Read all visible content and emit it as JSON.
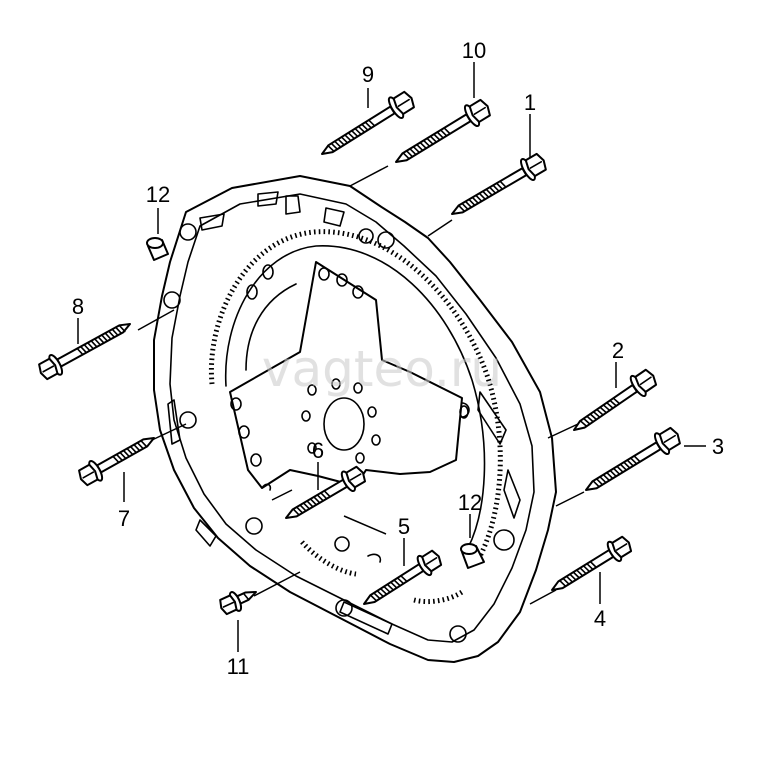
{
  "watermark": "vagteo.ru",
  "callouts": [
    "1",
    "2",
    "3",
    "4",
    "5",
    "6",
    "7",
    "8",
    "9",
    "10",
    "11",
    "12",
    "12"
  ],
  "parts": [
    {
      "label": "1",
      "icon": "bolt-icon"
    },
    {
      "label": "2",
      "icon": "bolt-icon"
    },
    {
      "label": "3",
      "icon": "bolt-icon"
    },
    {
      "label": "4",
      "icon": "bolt-icon"
    },
    {
      "label": "5",
      "icon": "bolt-icon"
    },
    {
      "label": "6",
      "icon": "bolt-icon"
    },
    {
      "label": "7",
      "icon": "bolt-icon"
    },
    {
      "label": "8",
      "icon": "bolt-icon"
    },
    {
      "label": "9",
      "icon": "bolt-icon"
    },
    {
      "label": "10",
      "icon": "bolt-icon"
    },
    {
      "label": "11",
      "icon": "bolt-icon"
    },
    {
      "label": "12",
      "icon": "dowel-sleeve-icon"
    },
    {
      "label": "12",
      "icon": "dowel-sleeve-icon"
    }
  ]
}
